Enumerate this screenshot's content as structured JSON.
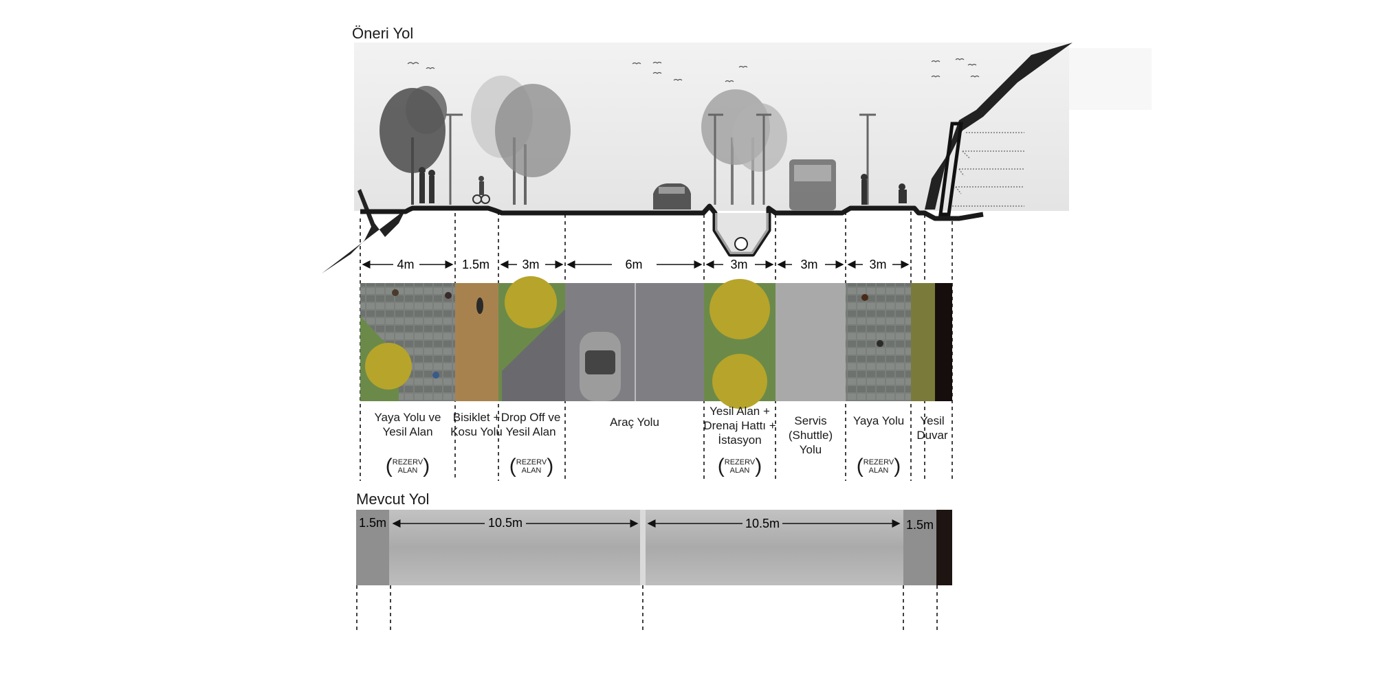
{
  "titles": {
    "proposed": "Öneri Yol",
    "existing": "Mevcut Yol"
  },
  "proposed_dimensions": [
    "4m",
    "1.5m",
    "3m",
    "6m",
    "3m",
    "3m",
    "3m"
  ],
  "lanes": [
    {
      "label": "Yaya Yolu ve Yesil Alan",
      "rezerv": true
    },
    {
      "label": "Bisiklet + Kosu Yolu",
      "rezerv": false
    },
    {
      "label": "Drop Off ve Yesil Alan",
      "rezerv": true
    },
    {
      "label": "Araç Yolu",
      "rezerv": false
    },
    {
      "label": "Yesil Alan + Drenaj Hattı + İstasyon",
      "rezerv": true
    },
    {
      "label": "Servis (Shuttle) Yolu",
      "rezerv": false
    },
    {
      "label": "Yaya Yolu",
      "rezerv": true
    },
    {
      "label": "Yesil Duvar",
      "rezerv": false
    }
  ],
  "rezerv_text": {
    "line1": "REZERV",
    "line2": "ALAN"
  },
  "existing_dimensions": [
    "1.5m",
    "10.5m",
    "10.5m",
    "1.5m"
  ],
  "colors": {
    "sky": "#ececec",
    "ground_line": "#1a1a1a",
    "paving": "#6f7470",
    "gravel": "#a8824e",
    "grass": "#6b8a4a",
    "shrub": "#b7a42a",
    "asphalt": "#8f8f8f",
    "shuttle_road": "#a9a9a9",
    "wall": "#160e0c",
    "existing_road": "#b4b4b4"
  }
}
